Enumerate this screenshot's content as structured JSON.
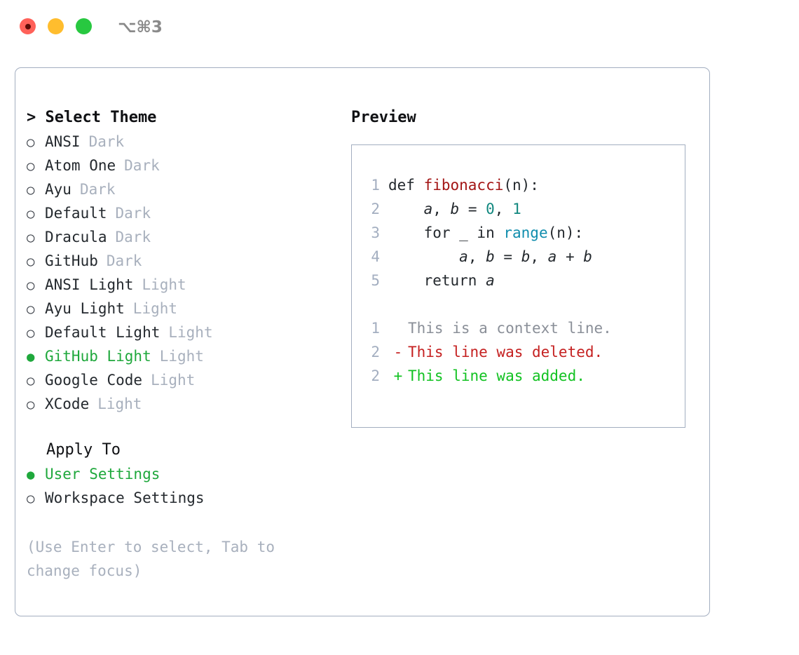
{
  "window": {
    "shortcut": "⌥⌘3",
    "traffic_lights": [
      {
        "name": "close",
        "color": "#ff6159"
      },
      {
        "name": "minimize",
        "color": "#ffbd2e"
      },
      {
        "name": "zoom",
        "color": "#28c840"
      }
    ]
  },
  "theme_selector": {
    "heading": "> Select Theme",
    "bullet_selected": "●",
    "bullet_unselected": "○",
    "accent_color": "#1fa83c",
    "items": [
      {
        "name": "ANSI",
        "kind": "Dark",
        "selected": false
      },
      {
        "name": "Atom One",
        "kind": "Dark",
        "selected": false
      },
      {
        "name": "Ayu",
        "kind": "Dark",
        "selected": false
      },
      {
        "name": "Default",
        "kind": "Dark",
        "selected": false
      },
      {
        "name": "Dracula",
        "kind": "Dark",
        "selected": false
      },
      {
        "name": "GitHub",
        "kind": "Dark",
        "selected": false
      },
      {
        "name": "ANSI Light",
        "kind": "Light",
        "selected": false
      },
      {
        "name": "Ayu Light",
        "kind": "Light",
        "selected": false
      },
      {
        "name": "Default Light",
        "kind": "Light",
        "selected": false
      },
      {
        "name": "GitHub Light",
        "kind": "Light",
        "selected": true
      },
      {
        "name": "Google Code",
        "kind": "Light",
        "selected": false
      },
      {
        "name": "XCode",
        "kind": "Light",
        "selected": false
      }
    ]
  },
  "apply_to": {
    "heading": "Apply To",
    "items": [
      {
        "name": "User Settings",
        "selected": true
      },
      {
        "name": "Workspace Settings",
        "selected": false
      }
    ]
  },
  "hint": "(Use Enter to select, Tab to change focus)",
  "preview": {
    "title": "Preview",
    "code_lines": [
      {
        "no": "1",
        "tokens": [
          {
            "t": "def ",
            "c": "plain"
          },
          {
            "t": "fibonacci",
            "c": "fn"
          },
          {
            "t": "(n):",
            "c": "plain"
          }
        ]
      },
      {
        "no": "2",
        "tokens": [
          {
            "t": "    ",
            "c": "plain"
          },
          {
            "t": "a",
            "c": "var"
          },
          {
            "t": ", ",
            "c": "plain"
          },
          {
            "t": "b",
            "c": "var"
          },
          {
            "t": " = ",
            "c": "plain"
          },
          {
            "t": "0",
            "c": "num"
          },
          {
            "t": ", ",
            "c": "plain"
          },
          {
            "t": "1",
            "c": "num"
          }
        ]
      },
      {
        "no": "3",
        "tokens": [
          {
            "t": "    for _ in ",
            "c": "plain"
          },
          {
            "t": "range",
            "c": "call"
          },
          {
            "t": "(n):",
            "c": "plain"
          }
        ]
      },
      {
        "no": "4",
        "tokens": [
          {
            "t": "        ",
            "c": "plain"
          },
          {
            "t": "a",
            "c": "var"
          },
          {
            "t": ", ",
            "c": "plain"
          },
          {
            "t": "b",
            "c": "var"
          },
          {
            "t": " = ",
            "c": "plain"
          },
          {
            "t": "b",
            "c": "var"
          },
          {
            "t": ", ",
            "c": "plain"
          },
          {
            "t": "a",
            "c": "var"
          },
          {
            "t": " + ",
            "c": "plain"
          },
          {
            "t": "b",
            "c": "var"
          }
        ]
      },
      {
        "no": "5",
        "tokens": [
          {
            "t": "    return ",
            "c": "plain"
          },
          {
            "t": "a",
            "c": "var"
          }
        ]
      }
    ],
    "diff_lines": [
      {
        "no": "1",
        "marker": " ",
        "text": "This is a context line.",
        "kind": "context"
      },
      {
        "no": "2",
        "marker": "-",
        "text": "This line was deleted.",
        "kind": "removed"
      },
      {
        "no": "2",
        "marker": "+",
        "text": "This line was added.",
        "kind": "added"
      }
    ]
  }
}
